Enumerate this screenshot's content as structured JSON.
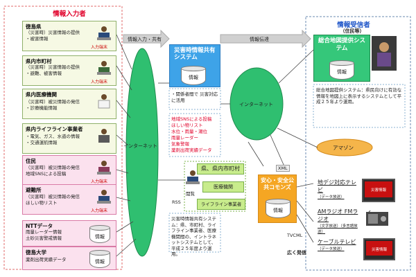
{
  "senders": {
    "title": "情報入力者",
    "input_badge": "入力端末",
    "items": [
      {
        "name": "徳島県",
        "lines": [
          "（災害時）災害情報の提供",
          "・被害情報"
        ]
      },
      {
        "name": "県内市町村",
        "lines": [
          "（災害時）災害情報の提供",
          "・避難、被害情報"
        ]
      },
      {
        "name": "県内医療機関",
        "lines": [
          "（災害時）被災情報の発信",
          "・診療機能情報"
        ]
      },
      {
        "name": "県内ライフライン事業者",
        "lines": [
          "・電気、ガス、水道の情報",
          "・交通運航情報"
        ]
      },
      {
        "name": "住民",
        "lines": [
          "（災害時）被災情報の発信",
          "地域SNSによる投稿"
        ]
      },
      {
        "name": "避難所",
        "lines": [
          "（災害時）被災情報の発信",
          "ほしい物リスト"
        ]
      }
    ],
    "ntt": {
      "name": "NTTデータ",
      "lines": [
        "雨量レーダー情報",
        "土砂災害警戒情報"
      ],
      "db": "情報"
    },
    "univ": {
      "name": "徳島大学",
      "lines": [
        "薬剤出荷実績データ"
      ],
      "db": "情報"
    }
  },
  "flow": {
    "input_share": "情報入力・共有",
    "transmit": "情報伝達",
    "internet_left": "インターネット",
    "internet_right": "インターネット",
    "amazon": "アマゾン",
    "xml": "XML",
    "rss": "RSS",
    "tvcml": "TVCML",
    "broadcast": "広く発信",
    "browse": "閲覧"
  },
  "shared": {
    "title": "災害時情報共有システム",
    "db": "情報",
    "note": "・関係者間で 災害対応に活用",
    "list": [
      "地域SNSによる投稿",
      "ほしい物リスト",
      "水位・雨量・潮位",
      "雨量レーダー",
      "気象警報",
      "薬剤出荷実績データ"
    ],
    "orgs": [
      "県、県内市町村",
      "医療機関",
      "ライフライン事業者"
    ],
    "desc": "災害時情報共有システム：県、市町村、ライフライン事業者、医療機関間の、イントラネットシステムとして、平成２５年度より運用。"
  },
  "receivers": {
    "title": "情報受信者",
    "subtitle": "（住民等）",
    "map_title": "総合地図提供システム",
    "map_db": "情報",
    "map_desc": "総合地図提供システム：県民向けに有効な情報を地図上に表示するシステムとして平成２５年より運用。"
  },
  "commons": {
    "title": "安心・安全公共コモンズ",
    "db": "情報"
  },
  "media": [
    {
      "name": "地デジ対応テレビ",
      "sub": "（データ放送）",
      "screen": "災害情報"
    },
    {
      "name": "AMラジオ FMラジオ",
      "sub": "（文字放送）（多言語放送）",
      "screen": ""
    },
    {
      "name": "ケーブルテレビ",
      "sub": "（データ放送）",
      "screen": "災害情報"
    }
  ],
  "colors": {
    "accent_blue": "#3b9be0",
    "green": "#8fb06a",
    "pink": "#d97aa6",
    "orange": "#f5a623"
  }
}
